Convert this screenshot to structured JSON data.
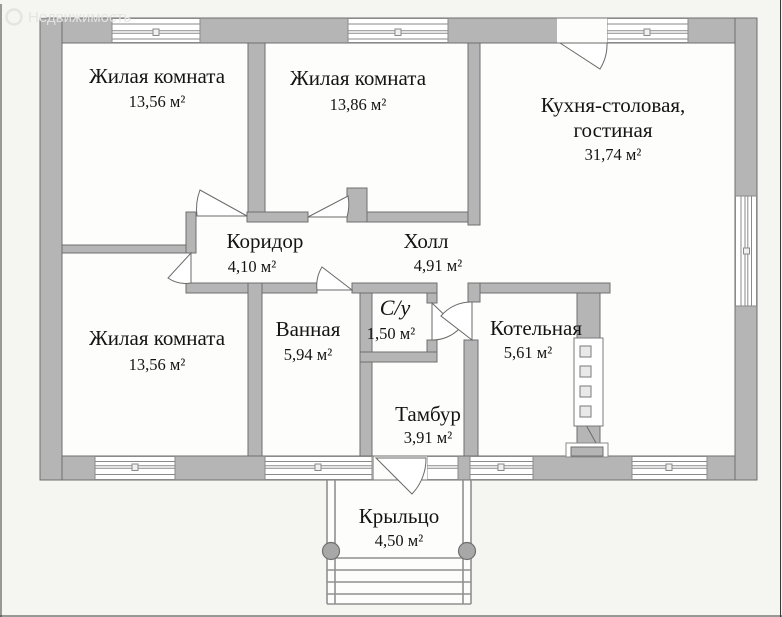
{
  "watermark": {
    "text": "Недвижимость"
  },
  "rooms": [
    {
      "id": "living-1",
      "name": "Жилая комната",
      "area": "13,56 м²"
    },
    {
      "id": "living-2",
      "name": "Жилая комната",
      "area": "13,86 м²"
    },
    {
      "id": "kitchen",
      "name_line1": "Кухня-столовая,",
      "name_line2": "гостиная",
      "area": "31,74 м²"
    },
    {
      "id": "corridor",
      "name": "Коридор",
      "area": "4,10 м²"
    },
    {
      "id": "hall",
      "name": "Холл",
      "area": "4,91 м²"
    },
    {
      "id": "living-3",
      "name": "Жилая комната",
      "area": "13,56 м²"
    },
    {
      "id": "bathroom",
      "name": "Ванная",
      "area": "5,94 м²"
    },
    {
      "id": "wc",
      "name": "С/у",
      "area": "1,50 м²"
    },
    {
      "id": "boiler-room",
      "name": "Котельная",
      "area": "5,61 м²"
    },
    {
      "id": "vestibule",
      "name": "Тамбур",
      "area": "3,91 м²"
    },
    {
      "id": "porch",
      "name": "Крыльцо",
      "area": "4,50 м²"
    }
  ],
  "colors": {
    "wall": "#b5b5b5",
    "wall_outline": "#6f6f6f",
    "floor": "#fdfdfc",
    "background": "#f5f5f2",
    "text": "#141414"
  }
}
